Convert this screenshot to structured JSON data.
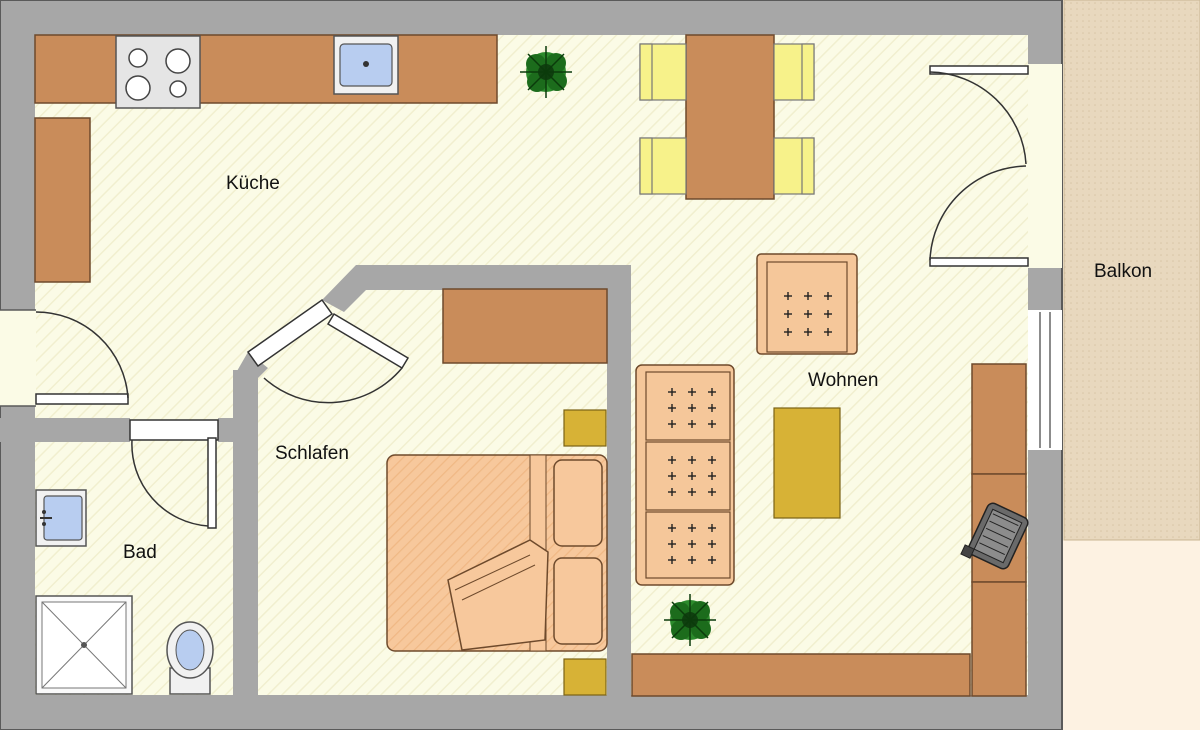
{
  "rooms": {
    "kitchen": "Küche",
    "living": "Wohnen",
    "bedroom": "Schlafen",
    "bathroom": "Bad",
    "balcony": "Balkon"
  },
  "colors": {
    "wall": "#a7a7a7",
    "floor": "#fbfbe6",
    "floor_stripe": "#f2f1d2",
    "balcony": "#e9d9c0",
    "balcony_outer": "#fdf2e2",
    "counter": "#c98c5a",
    "counter_edge": "#6e4a2c",
    "cushion": "#f5c79a",
    "chair": "#f7f28a",
    "mustard": "#d7b236",
    "fixture_blue": "#b8cdf0",
    "plant": "#1f7a1f"
  },
  "icons": [
    "stove-icon",
    "sink-icon",
    "plant-icon",
    "toilet-icon",
    "shower-icon",
    "washbasin-icon",
    "chair-icon",
    "monitor-icon"
  ]
}
